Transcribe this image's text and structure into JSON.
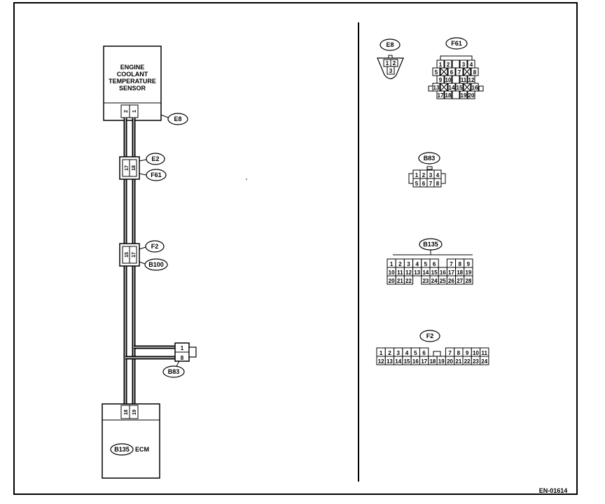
{
  "sensor": {
    "line1": "ENGINE",
    "line2": "COOLANT",
    "line3": "TEMPERATURE",
    "line4": "SENSOR",
    "pins": [
      "2",
      "1"
    ]
  },
  "ecm": {
    "label": "ECM",
    "connector": "B135",
    "pins": [
      "18",
      "19"
    ]
  },
  "harness_connectors": {
    "sensor_connector": "E8",
    "e2": {
      "name": "E2",
      "pins": [
        "17",
        "18"
      ]
    },
    "f61": {
      "name": "F61"
    },
    "f2": {
      "name": "F2",
      "pins": [
        "15",
        "17"
      ]
    },
    "b100": {
      "name": "B100"
    },
    "b83": {
      "name": "B83",
      "pins": [
        "1",
        "8"
      ]
    }
  },
  "connector_views": {
    "e8": {
      "name": "E8",
      "pins": [
        "1",
        "2",
        "3"
      ]
    },
    "f61": {
      "name": "F61",
      "rows": [
        [
          "1",
          "2",
          "",
          "3",
          "4"
        ],
        [
          "5",
          "",
          "6",
          "7",
          "",
          "8"
        ],
        [
          "9",
          "10",
          "",
          "11",
          "12"
        ],
        [
          "13",
          "",
          "14",
          "15",
          "",
          "16"
        ],
        [
          "17",
          "18",
          "",
          "19",
          "20"
        ]
      ]
    },
    "b83": {
      "name": "B83",
      "rows": [
        [
          "1",
          "2",
          "3",
          "4"
        ],
        [
          "5",
          "6",
          "7",
          "8"
        ]
      ]
    },
    "b135": {
      "name": "B135",
      "rows": [
        [
          "1",
          "2",
          "3",
          "4",
          "5",
          "6",
          "",
          "7",
          "8",
          "9"
        ],
        [
          "10",
          "11",
          "12",
          "13",
          "14",
          "15",
          "16",
          "17",
          "18",
          "19"
        ],
        [
          "20",
          "21",
          "22",
          "",
          "23",
          "24",
          "25",
          "26",
          "27",
          "28"
        ]
      ]
    },
    "f2": {
      "name": "F2",
      "rows": [
        [
          "1",
          "2",
          "3",
          "4",
          "5",
          "6",
          "",
          "",
          "7",
          "8",
          "9",
          "10",
          "11"
        ],
        [
          "12",
          "13",
          "14",
          "15",
          "16",
          "17",
          "18",
          "19",
          "20",
          "21",
          "22",
          "23",
          "24"
        ]
      ]
    }
  },
  "figure_code": "EN-01614"
}
